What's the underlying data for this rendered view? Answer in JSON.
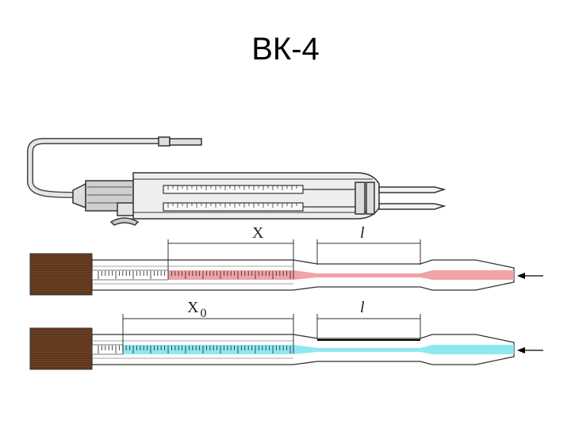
{
  "title": "ВК-4",
  "diagram": {
    "top_tube": {
      "label_x": "X",
      "label_l": "l",
      "fill_color": "#f0a3a6"
    },
    "bottom_tube": {
      "label_x0_main": "X",
      "label_x0_sub": "0",
      "label_l": "l",
      "fill_color": "#8ee8f2"
    },
    "colors": {
      "handle": "#6e4225",
      "outline": "#222222",
      "arrow": "#000000"
    }
  }
}
